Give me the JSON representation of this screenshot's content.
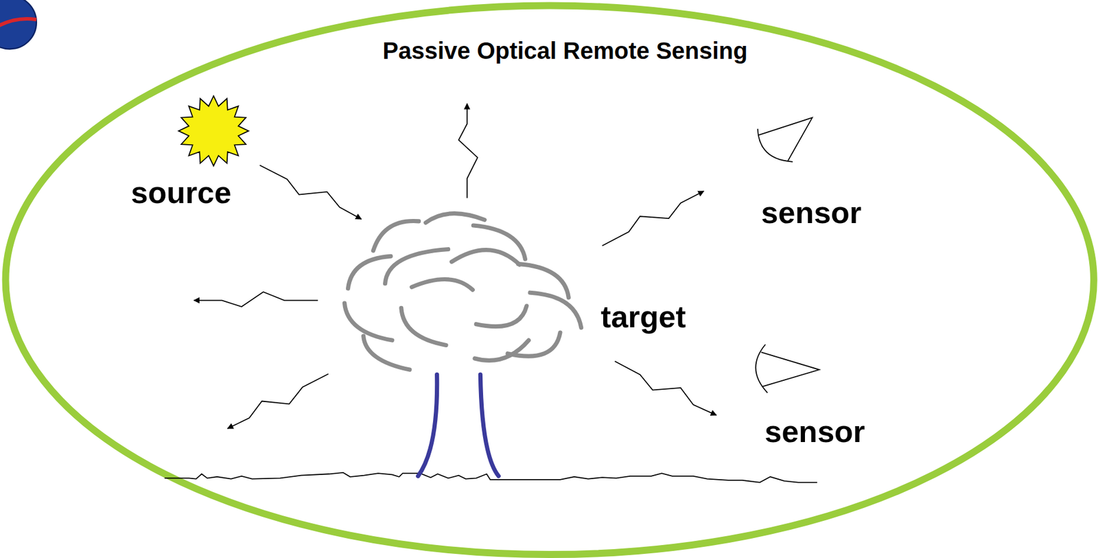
{
  "diagram": {
    "title": "Passive Optical Remote Sensing",
    "labels": [
      "source",
      "target",
      "sensor",
      "sensor"
    ]
  }
}
